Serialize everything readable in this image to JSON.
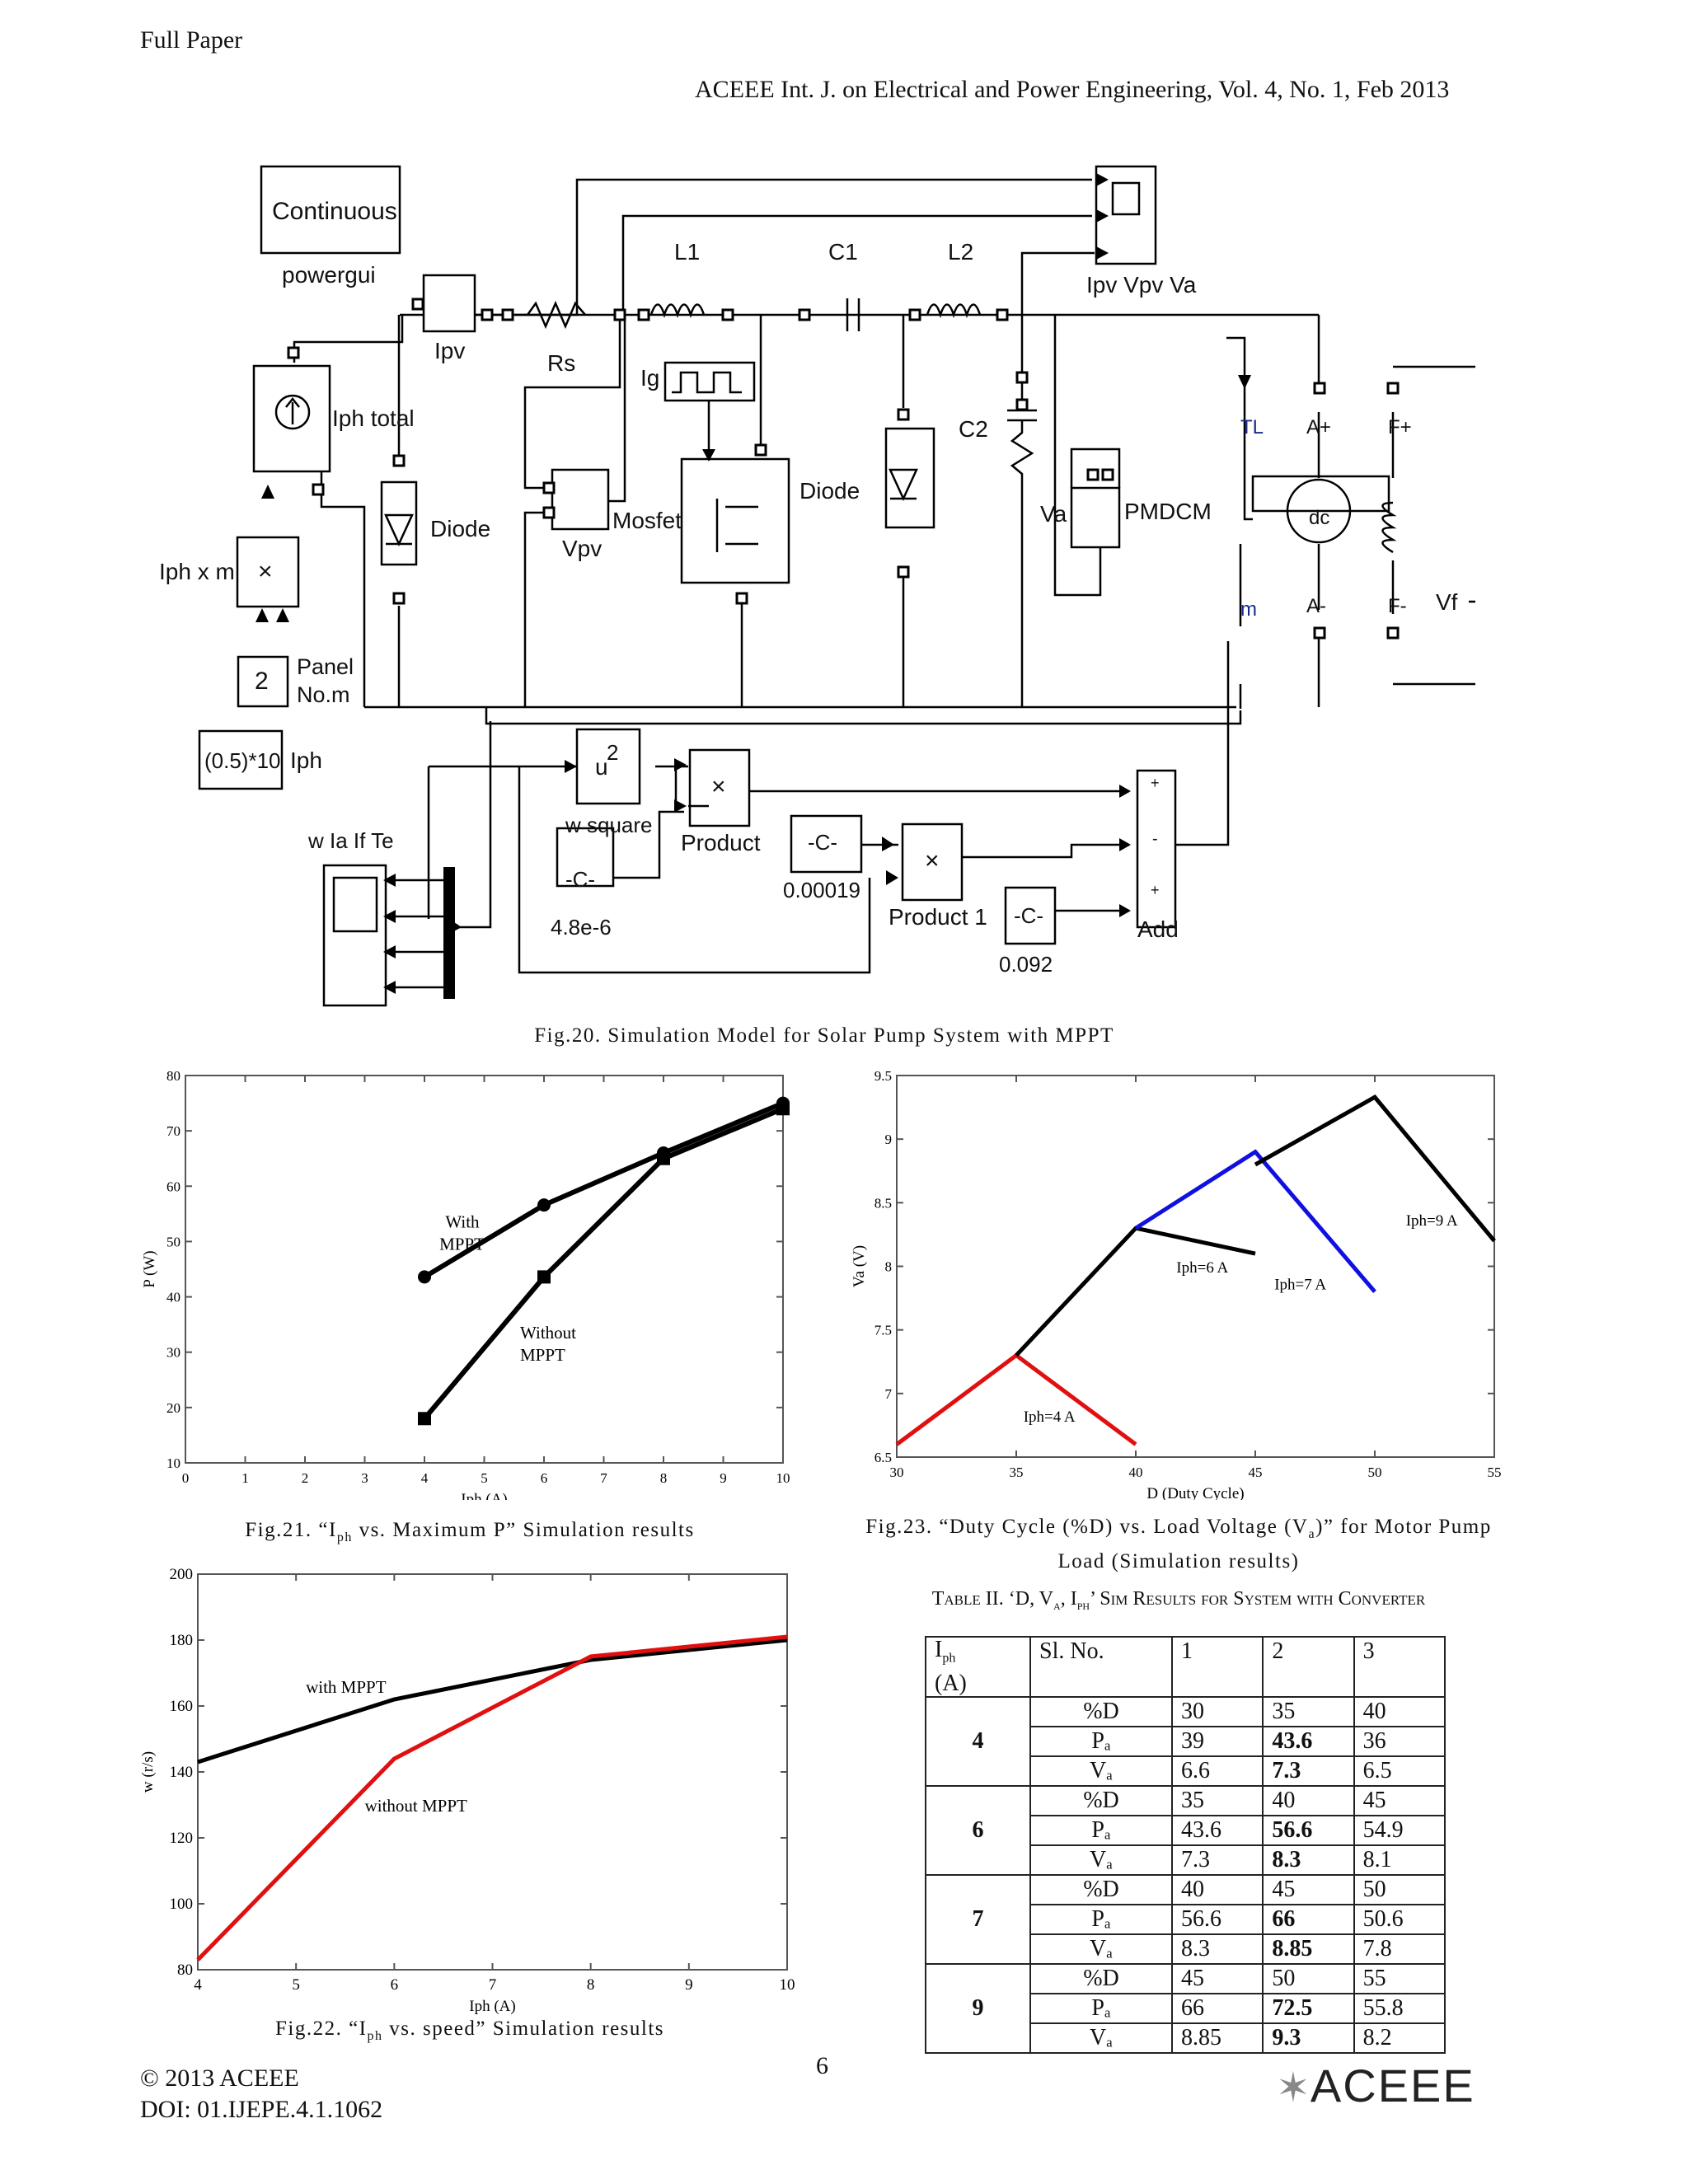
{
  "header": {
    "left": "Full Paper",
    "journal": "ACEEE Int. J. on Electrical and Power Engineering, Vol. 4, No. 1, Feb 2013"
  },
  "fig20": {
    "caption": "Fig.20. Simulation Model for Solar Pump System with MPPT",
    "blocks": {
      "continuous": "Continuous",
      "powergui": "powergui",
      "ipv": "Ipv",
      "rs": "Rs",
      "l1": "L1",
      "c1": "C1",
      "l2": "L2",
      "scope_label": "Ipv Vpv Va",
      "iph_total": "Iph total",
      "diode1": "Diode",
      "ig": "Ig",
      "vpv": "Vpv",
      "mosfet": "Mosfet",
      "diode2": "Diode",
      "c2": "C2",
      "va": "Va",
      "pmdcm": "PMDCM",
      "tl": "TL",
      "ap": "A+",
      "am": "A-",
      "fp": "F+",
      "fm": "F-",
      "vf": "Vf",
      "m": "m",
      "dc": "dc",
      "iphxm": "Iph x m",
      "mult": "×",
      "panel": "Panel\nNo.m",
      "panel_val": "2",
      "iph_const": "(0.5)*10",
      "iph_label": "Iph",
      "wlaifte": "w Ia If Te",
      "u2": "u",
      "u2exp": "2",
      "wsquare": "w square",
      "product": "Product",
      "product1": "Product 1",
      "c_label": "-C-",
      "c1val": "4.8e-6",
      "c2val": "0.00019",
      "c3val": "0.092",
      "add": "Add",
      "plus": "+",
      "minus": "-"
    }
  },
  "fig21": {
    "caption_pre": "Fig.21. “I",
    "caption_sub": "ph",
    "caption_post": " vs. Maximum P” Simulation results",
    "chart_data": {
      "type": "line",
      "xlabel": "Iph (A)",
      "ylabel": "P (W)",
      "xlim": [
        0,
        10
      ],
      "ylim": [
        10,
        80
      ],
      "xticks": [
        0,
        1,
        2,
        3,
        4,
        5,
        6,
        7,
        8,
        9,
        10
      ],
      "yticks": [
        10,
        20,
        30,
        40,
        50,
        60,
        70,
        80
      ],
      "series": [
        {
          "name": "With MPPT",
          "x": [
            4,
            6,
            8,
            10
          ],
          "y": [
            43.6,
            56.6,
            66,
            75
          ],
          "marker": "circle",
          "color": "#000000"
        },
        {
          "name": "Without MPPT",
          "x": [
            4,
            6,
            8,
            10
          ],
          "y": [
            18,
            43.6,
            65,
            74
          ],
          "marker": "square",
          "color": "#000000"
        }
      ],
      "annotations": [
        {
          "text": "With",
          "x": 4.35,
          "y": 52.5
        },
        {
          "text": "MPPT",
          "x": 4.25,
          "y": 48.5
        },
        {
          "text": "Without",
          "x": 5.6,
          "y": 32.5
        },
        {
          "text": "MPPT",
          "x": 5.6,
          "y": 28.5
        }
      ]
    }
  },
  "fig22": {
    "caption_pre": "Fig.22. “I",
    "caption_sub": "ph",
    "caption_post": " vs. speed” Simulation results",
    "chart_data": {
      "type": "line",
      "xlabel": "Iph (A)",
      "ylabel": "w (r/s)",
      "xlim": [
        4,
        10
      ],
      "ylim": [
        80,
        200
      ],
      "xticks": [
        4,
        5,
        6,
        7,
        8,
        9,
        10
      ],
      "yticks": [
        80,
        100,
        120,
        140,
        160,
        180,
        200
      ],
      "series": [
        {
          "name": "with MPPT",
          "x": [
            4,
            6,
            8,
            10
          ],
          "y": [
            143,
            162,
            174,
            180
          ],
          "color": "#000000"
        },
        {
          "name": "without MPPT",
          "x": [
            4,
            6,
            8,
            10
          ],
          "y": [
            83,
            144,
            175,
            181
          ],
          "color": "#e01010"
        }
      ],
      "annotations": [
        {
          "text": "with MPPT",
          "x": 5.1,
          "y": 164
        },
        {
          "text": "without MPPT",
          "x": 5.7,
          "y": 128
        }
      ]
    }
  },
  "fig23": {
    "caption_line1_pre": "Fig.23. “Duty Cycle (%D) vs. Load Voltage (V",
    "caption_line1_sub": "a",
    "caption_line1_post": ")”  for Motor Pump",
    "caption_line2": "Load (Simulation results)",
    "chart_data": {
      "type": "line",
      "xlabel": "D (Duty Cycle)",
      "ylabel": "Va (V)",
      "xlim": [
        30,
        55
      ],
      "ylim": [
        6.5,
        9.5
      ],
      "xticks": [
        30,
        35,
        40,
        45,
        50,
        55
      ],
      "yticks": [
        6.5,
        7,
        7.5,
        8,
        8.5,
        9,
        9.5
      ],
      "series": [
        {
          "name": "Iph=4 A",
          "x": [
            30,
            35,
            40
          ],
          "y": [
            6.6,
            7.3,
            6.6
          ],
          "color": "#e01010"
        },
        {
          "name": "Iph=6 A",
          "x": [
            35,
            40,
            45
          ],
          "y": [
            7.3,
            8.3,
            8.1
          ],
          "color": "#000000"
        },
        {
          "name": "Iph=7 A",
          "x": [
            40,
            45,
            50
          ],
          "y": [
            8.3,
            8.9,
            7.8
          ],
          "color": "#1010e0"
        },
        {
          "name": "Iph=9 A",
          "x": [
            45,
            50,
            55
          ],
          "y": [
            8.8,
            9.33,
            8.2
          ],
          "color": "#000000"
        }
      ],
      "annotations": [
        {
          "text": "Iph=4 A",
          "x": 35.3,
          "y": 6.78
        },
        {
          "text": "Iph=6 A",
          "x": 41.7,
          "y": 7.95
        },
        {
          "text": "Iph=7 A",
          "x": 45.8,
          "y": 7.82
        },
        {
          "text": "Iph=9 A",
          "x": 51.3,
          "y": 8.32
        }
      ]
    }
  },
  "table2": {
    "title_parts": [
      "T",
      "ABLE",
      " II. ‘D, V",
      "A",
      ", I",
      "PH",
      "’ S",
      "IM",
      " R",
      "ESULTS",
      " ",
      "FOR",
      " S",
      "YSTEM",
      " ",
      "WITH",
      " C",
      "ONVERTER"
    ],
    "head": {
      "iph": "I",
      "iph_sub": "ph",
      "iph_unit": "(A)",
      "slno": "Sl. No.",
      "c1": "1",
      "c2": "2",
      "c3": "3"
    },
    "groups": [
      {
        "iph": "4",
        "rows": [
          {
            "label": "%D",
            "v": [
              "30",
              "35",
              "40"
            ]
          },
          {
            "label": "Pₐ",
            "v": [
              "39",
              "43.6",
              "36"
            ]
          },
          {
            "label": "Vₐ",
            "v": [
              "6.6",
              "7.3",
              "6.5"
            ]
          }
        ]
      },
      {
        "iph": "6",
        "rows": [
          {
            "label": "%D",
            "v": [
              "35",
              "40",
              "45"
            ]
          },
          {
            "label": "Pₐ",
            "v": [
              "43.6",
              "56.6",
              "54.9"
            ]
          },
          {
            "label": "Vₐ",
            "v": [
              "7.3",
              "8.3",
              "8.1"
            ]
          }
        ]
      },
      {
        "iph": "7",
        "rows": [
          {
            "label": "%D",
            "v": [
              "40",
              "45",
              "50"
            ]
          },
          {
            "label": "Pₐ",
            "v": [
              "56.6",
              "66",
              "50.6"
            ]
          },
          {
            "label": "Vₐ",
            "v": [
              "8.3",
              "8.85",
              "7.8"
            ]
          }
        ]
      },
      {
        "iph": "9",
        "rows": [
          {
            "label": "%D",
            "v": [
              "45",
              "50",
              "55"
            ]
          },
          {
            "label": "Pₐ",
            "v": [
              "66",
              "72.5",
              "55.8"
            ]
          },
          {
            "label": "Vₐ",
            "v": [
              "8.85",
              "9.3",
              "8.2"
            ]
          }
        ]
      }
    ]
  },
  "footer": {
    "copyright": "© 2013 ACEEE",
    "doi": "DOI: 01.IJEPE.4.1.1062",
    "page": "6",
    "logo": "ACEEE"
  }
}
